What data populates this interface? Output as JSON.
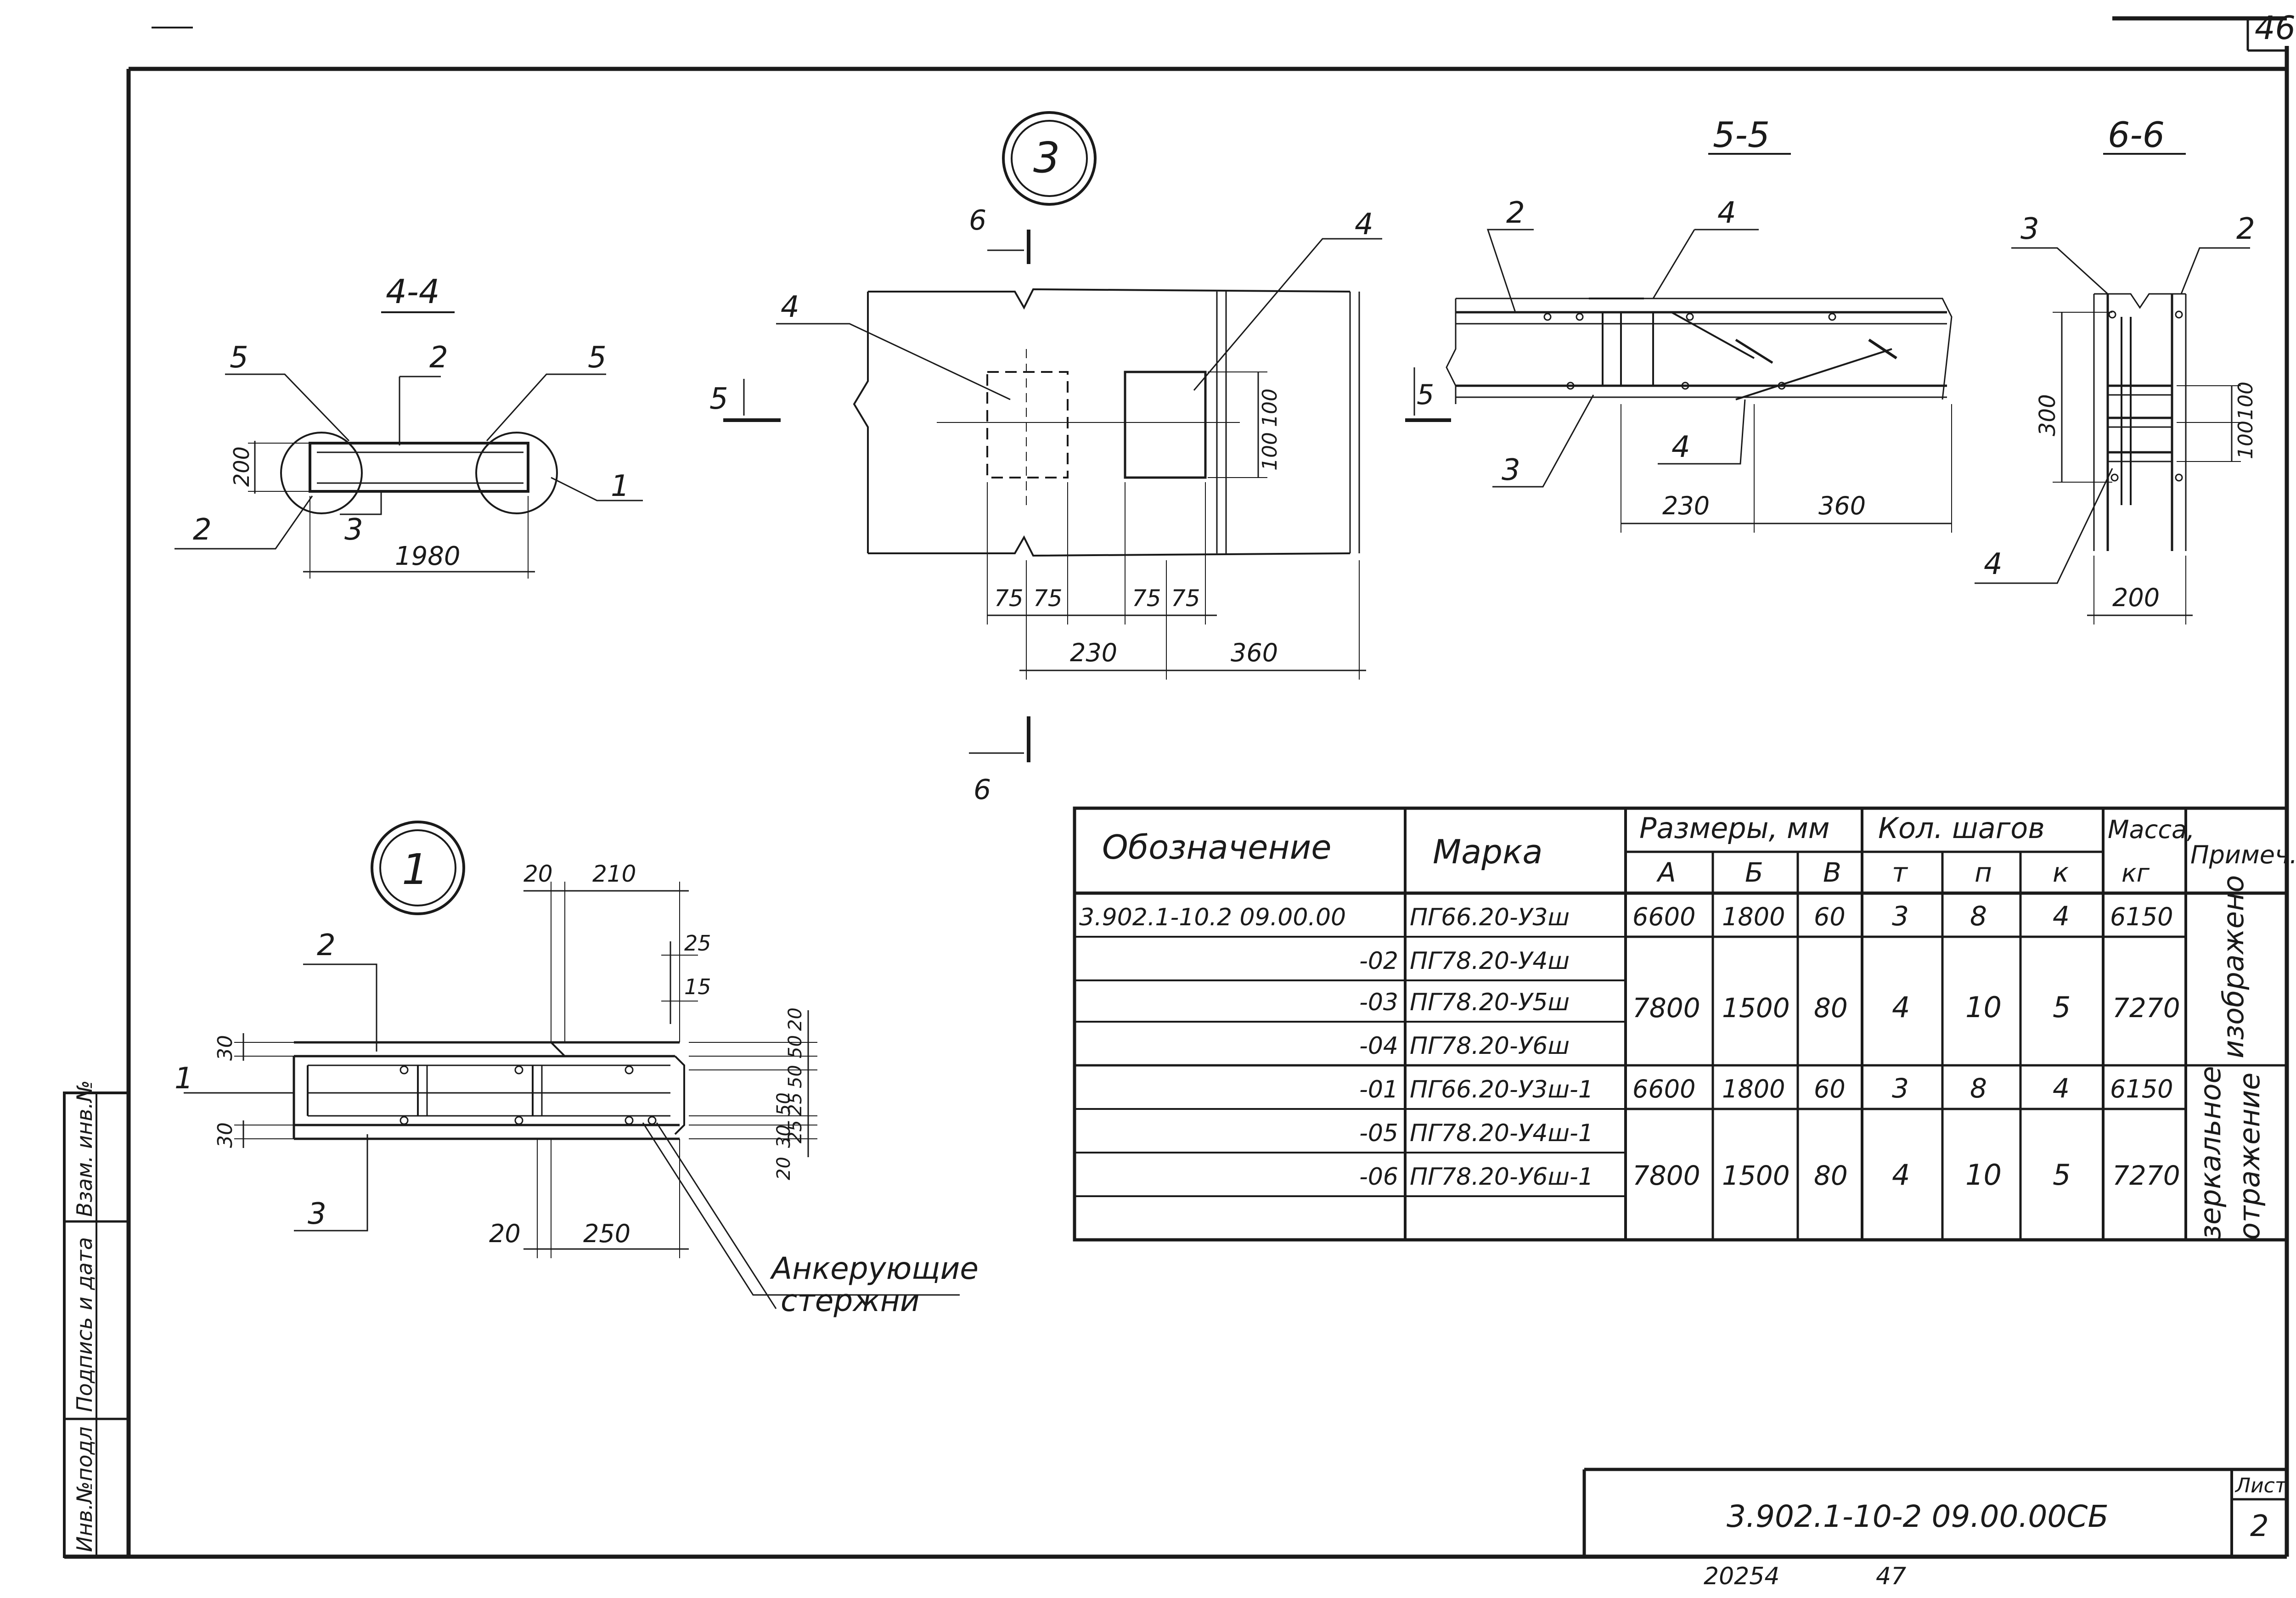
{
  "sheet_corner_number": "46",
  "bottom_stamp": {
    "left": "20254",
    "right": "47"
  },
  "side_stamp": {
    "inv_podl": "Инв.№подл",
    "podpis_data": "Подпись и дата",
    "vzam_inv": "Взам. инв.№"
  },
  "title_block": {
    "designation": "3.902.1-10-2   09.00.00СБ",
    "sheet_label": "Лист",
    "sheet_number": "2"
  },
  "view_4_4": {
    "title": "4-4",
    "labels": {
      "l5a": "5",
      "l5b": "5",
      "l2a": "2",
      "l2b": "2",
      "l3": "3",
      "l1": "1"
    },
    "dims": {
      "height": "200",
      "width": "1980"
    }
  },
  "detail_3": {
    "marker": "3",
    "cut6_top": "6",
    "cut6_bottom": "6",
    "cut5": "5",
    "labels": {
      "l4a": "4",
      "l4b": "4"
    },
    "dims": {
      "d100a": "100",
      "d100b": "100",
      "d75a": "75",
      "d75b": "75",
      "d75c": "75",
      "d75d": "75",
      "d230": "230",
      "d360": "360"
    }
  },
  "view_5_5": {
    "title": "5-5",
    "cut5": "5",
    "labels": {
      "l2": "2",
      "l4top": "4",
      "l3": "3",
      "l4bot": "4"
    },
    "dims": {
      "d230": "230",
      "d360": "360"
    }
  },
  "view_6_6": {
    "title": "6-6",
    "labels": {
      "l3": "3",
      "l2": "2",
      "l4": "4"
    },
    "dims": {
      "d300": "300",
      "d100a": "100",
      "d100b": "100",
      "d200": "200"
    }
  },
  "detail_1": {
    "marker": "1",
    "labels": {
      "l2": "2",
      "l1": "1",
      "l3": "3",
      "anchor": "Анкерующие",
      "anchor2": "стержни"
    },
    "dims": {
      "d20top": "20",
      "d210": "210",
      "d25top": "25",
      "d15": "15",
      "d30a": "30",
      "d30b": "30",
      "r20a": "20",
      "r50a": "50",
      "r50b": "50",
      "r25a": "25",
      "r25b": "25",
      "r50c": "50",
      "r30": "30",
      "r20b": "20",
      "d20bot": "20",
      "d250": "250"
    }
  },
  "spec_table": {
    "headers": {
      "oboznachenie": "Обозначение",
      "marka": "Марка",
      "razmery": "Размеры, мм",
      "kol_shagov": "Кол. шагов",
      "massa": "Масса,",
      "massa_unit": "кг",
      "primech": "Примеч.",
      "sub": [
        "А",
        "Б",
        "В",
        "т",
        "п",
        "к"
      ]
    },
    "rows": [
      {
        "oboz": "3.902.1-10.2    09.00.00",
        "marka": "ПГ66.20-У3ш"
      },
      {
        "oboz": "-02",
        "marka": "ПГ78.20-У4ш"
      },
      {
        "oboz": "-03",
        "marka": "ПГ78.20-У5ш"
      },
      {
        "oboz": "-04",
        "marka": "ПГ78.20-У6ш"
      },
      {
        "oboz": "-01",
        "marka": "ПГ66.20-У3ш-1"
      },
      {
        "oboz": "-05",
        "marka": "ПГ78.20-У4ш-1"
      },
      {
        "oboz": "-06",
        "marka": "ПГ78.20-У6ш-1"
      },
      {
        "oboz": "",
        "marka": ""
      }
    ],
    "groups": [
      {
        "A": "6600",
        "B": "1800",
        "V": "60",
        "t": "3",
        "p": "8",
        "k": "4",
        "mass": "6150"
      },
      {
        "A": "7800",
        "B": "1500",
        "V": "80",
        "t": "4",
        "p": "10",
        "k": "5",
        "mass": "7270"
      },
      {
        "A": "6600",
        "B": "1800",
        "V": "60",
        "t": "3",
        "p": "8",
        "k": "4",
        "mass": "6150"
      },
      {
        "A": "7800",
        "B": "1500",
        "V": "80",
        "t": "4",
        "p": "10",
        "k": "5",
        "mass": "7270"
      }
    ],
    "note1": "изображено",
    "note2a": "зеркальное",
    "note2b": "отражение"
  }
}
